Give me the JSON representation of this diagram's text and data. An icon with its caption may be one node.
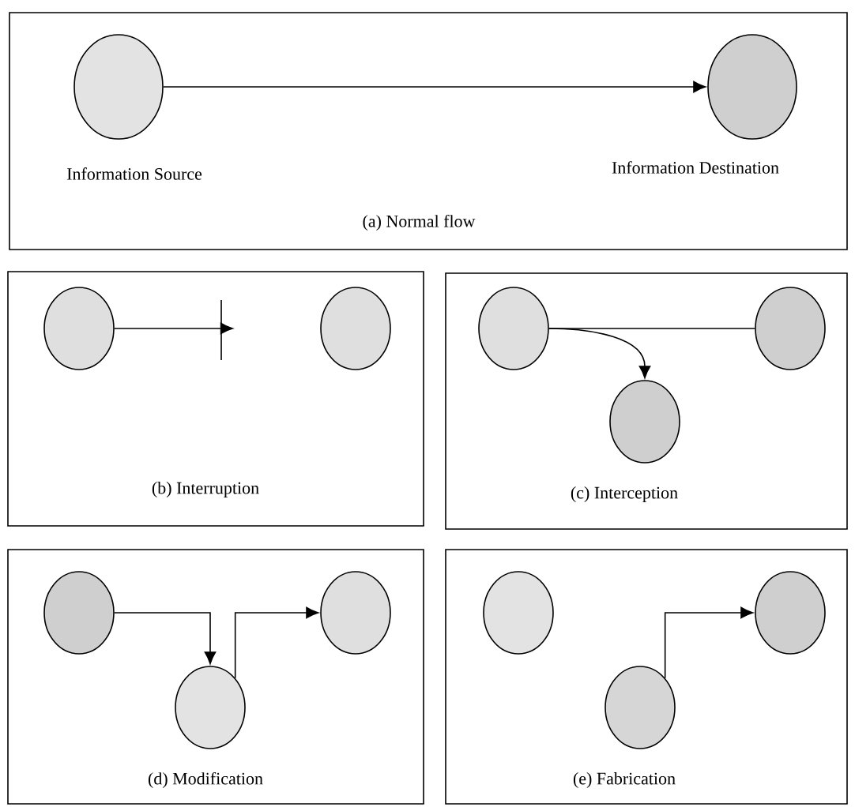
{
  "diagram": {
    "nodes": [
      {
        "text": [
          "(a) Normal flow"
        ]
      },
      {
        "text": [],
        "shape": "circle",
        "in": 0,
        "beside": [
          "Information Source"
        ]
      },
      {
        "text": [],
        "shape": "circle",
        "in": 0,
        "beside": [
          "Information Destination"
        ]
      },
      {
        "text": [
          "(b) Interruption"
        ]
      },
      {
        "text": [],
        "shape": "circle",
        "in": 3
      },
      {
        "text": [],
        "shape": "circle",
        "in": 3
      },
      {
        "text": [
          "(c) Interception"
        ]
      },
      {
        "text": [],
        "shape": "circle",
        "in": 6
      },
      {
        "text": [],
        "shape": "circle",
        "in": 6
      },
      {
        "text": [],
        "shape": "circle",
        "in": 6
      },
      {
        "text": [
          "(d) Modification"
        ]
      },
      {
        "text": [],
        "shape": "circle",
        "in": 10
      },
      {
        "text": [],
        "shape": "circle",
        "in": 10
      },
      {
        "text": [],
        "shape": "circle",
        "in": 10
      },
      {
        "text": [
          "(e) Fabrication"
        ]
      },
      {
        "text": [],
        "shape": "circle",
        "in": 14
      },
      {
        "text": [],
        "shape": "circle",
        "in": 14
      },
      {
        "text": [],
        "shape": "circle",
        "in": 14
      }
    ],
    "edges": [
      {
        "from": 1,
        "to": 2,
        "arrow": "to"
      },
      {
        "from": 4,
        "to": null,
        "arrow": "to"
      },
      {
        "from": 7,
        "to": 8,
        "arrow": "none"
      },
      {
        "from": 7,
        "to": 9,
        "arrow": "to"
      },
      {
        "from": 11,
        "to": 12,
        "arrow": "to"
      },
      {
        "from": 12,
        "to": 13,
        "arrow": "to"
      },
      {
        "from": 16,
        "to": 17,
        "arrow": "to"
      }
    ]
  }
}
